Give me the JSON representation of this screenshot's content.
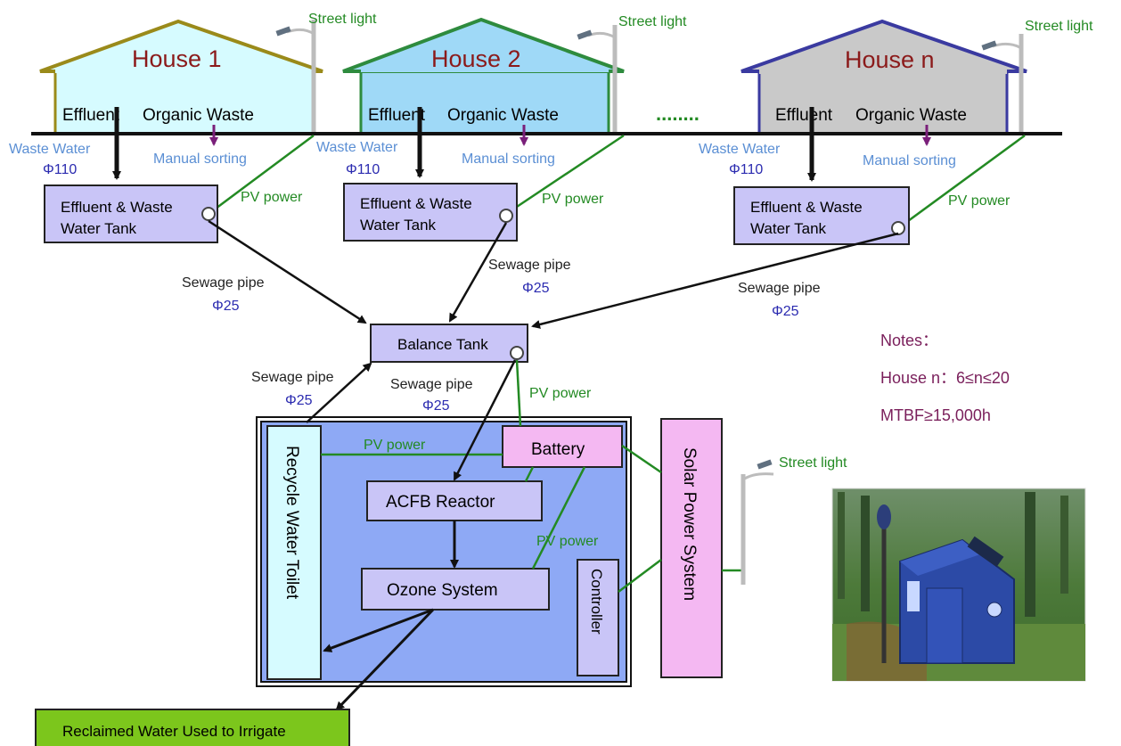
{
  "houses": [
    {
      "title": "House 1",
      "effluent": "Effluent",
      "organic": "Organic Waste",
      "color": "#d6fbff",
      "roof": "#9a8a1a"
    },
    {
      "title": "House 2",
      "effluent": "Effluent",
      "organic": "Organic Waste",
      "color": "#9fd9f7",
      "roof": "#2e8b3e"
    },
    {
      "title": "House n",
      "effluent": "Effluent",
      "organic": "Organic Waste",
      "color": "#c9c9c9",
      "roof": "#3a3aa0"
    }
  ],
  "street_light": "Street light",
  "ellipsis": "........",
  "waste_water": "Waste Water",
  "pipe_110": "Φ110",
  "manual_sorting": "Manual sorting",
  "pv_power": "PV power",
  "tank": {
    "line1": "Effluent & Waste",
    "line2": "Water Tank"
  },
  "sewage_pipe": "Sewage pipe",
  "pipe_25": "Φ25",
  "balance_tank": "Balance Tank",
  "battery": "Battery",
  "acfb": "ACFB Reactor",
  "ozone": "Ozone System",
  "controller": "Controller",
  "recycle_toilet": "Recycle Water Toilet",
  "solar": "Solar Power System",
  "reclaimed": "Reclaimed Water Used to Irrigate",
  "notes": {
    "title": "Notes：",
    "house_n": "House n：6≤n≤20",
    "mtbf": "MTBF≥15,000h"
  },
  "colors": {
    "box": "#c9c5f7",
    "plant_bg": "#8ea9f5",
    "battery": "#f4b8f2",
    "green": "#238a23",
    "reclaimed": "#7cc61c"
  }
}
